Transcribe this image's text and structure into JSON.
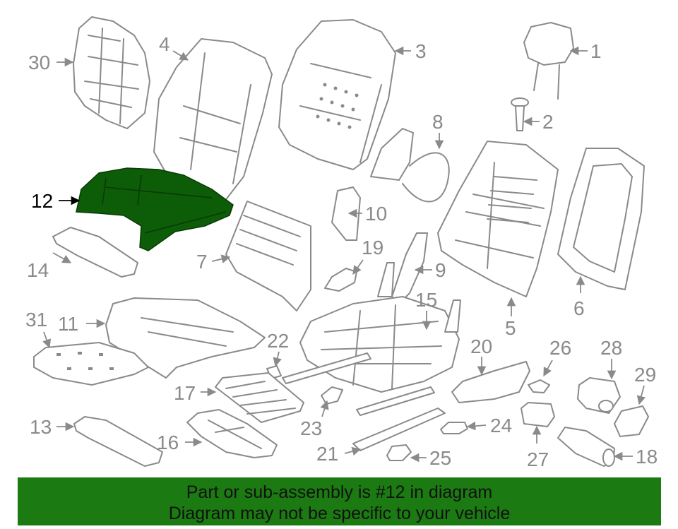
{
  "highlighted_part": "12",
  "colors": {
    "highlight_fill": "#0d5c08",
    "banner_bg": "#1c7a12",
    "part_outline": "#8a8a8a"
  },
  "callouts": {
    "n1": "1",
    "n2": "2",
    "n3": "3",
    "n4": "4",
    "n5": "5",
    "n6": "6",
    "n7": "7",
    "n8": "8",
    "n9": "9",
    "n10": "10",
    "n11": "11",
    "n12": "12",
    "n13": "13",
    "n14": "14",
    "n15": "15",
    "n16": "16",
    "n17": "17",
    "n18": "18",
    "n19": "19",
    "n20": "20",
    "n21": "21",
    "n22": "22",
    "n23": "23",
    "n24": "24",
    "n25": "25",
    "n26": "26",
    "n27": "27",
    "n28": "28",
    "n29": "29",
    "n30": "30",
    "n31": "31"
  },
  "banner": {
    "line1": "Part or sub-assembly is #12 in diagram",
    "line2": "Diagram may not be specific to your vehicle"
  }
}
